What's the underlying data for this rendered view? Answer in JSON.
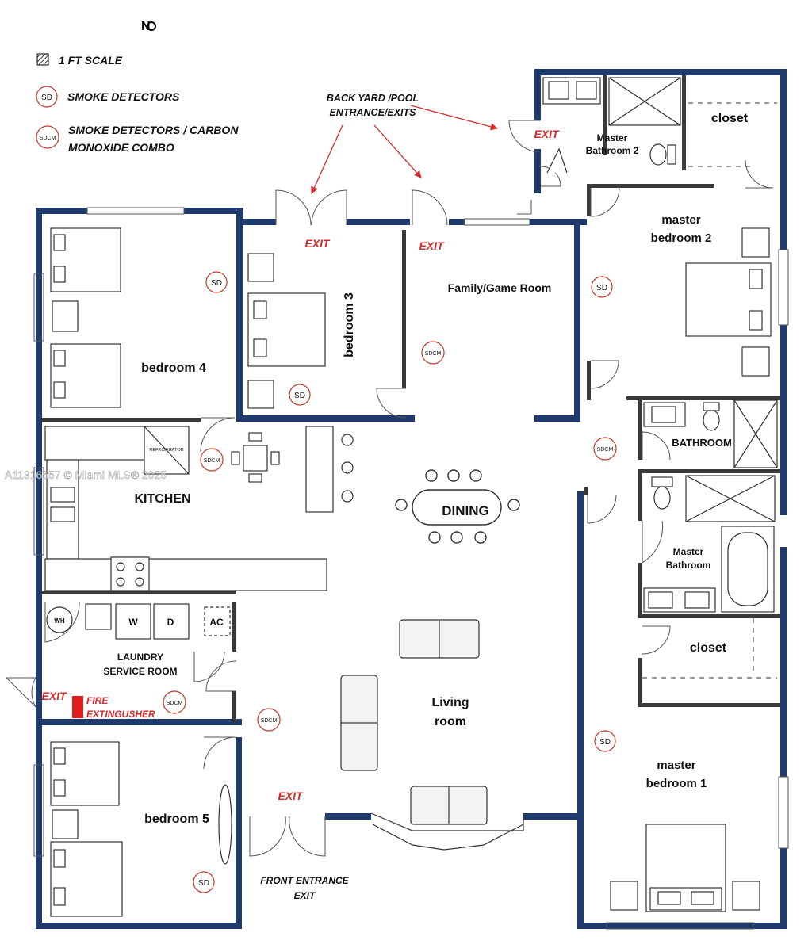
{
  "compass_mark": "N",
  "legend": {
    "scale": "1 FT SCALE",
    "sd_badge": "SD",
    "sd_text": "SMOKE DETECTORS",
    "sdcm_badge": "SDCM",
    "sdcm_line1": "SMOKE DETECTORS / CARBON",
    "sdcm_line2": "MONOXIDE COMBO"
  },
  "callout": {
    "line1": "BACK YARD /POOL",
    "line2": "ENTRANCE/EXITS"
  },
  "exit_label": "EXIT",
  "rooms": {
    "bedroom4": "bedroom 4",
    "bedroom3": "bedroom 3",
    "family": "Family/Game Room",
    "master_bath2_line1": "Master",
    "master_bath2_line2": "Bathroom 2",
    "closet_top": "closet",
    "master_bed2_line1": "master",
    "master_bed2_line2": "bedroom 2",
    "bathroom": "BATHROOM",
    "master_bath_line1": "Master",
    "master_bath_line2": "Bathroom",
    "closet_mid": "closet",
    "kitchen": "KITCHEN",
    "dining": "DINING",
    "laundry_line1": "LAUNDRY",
    "laundry_line2": "SERVICE ROOM",
    "living_line1": "Living",
    "living_line2": "room",
    "bedroom5": "bedroom 5",
    "master_bed1_line1": "master",
    "master_bed1_line2": "bedroom 1",
    "front_line1": "FRONT ENTRANCE",
    "front_line2": "EXIT"
  },
  "appliances": {
    "refrigerator": "REFRIGERATOR",
    "water_heater": "WH",
    "washer": "W",
    "dryer": "D",
    "ac": "AC"
  },
  "fire_ext_line1": "FIRE",
  "fire_ext_line2": "EXTINGUSHER",
  "detectors": {
    "sd": "SD",
    "sdcm": "SDCM"
  },
  "watermark": "A11316557 © Miami MLS® 2025",
  "colors": {
    "wall": "#1f3b6e",
    "exit": "#d42a2a",
    "extinguisher": "#e01e1e"
  }
}
